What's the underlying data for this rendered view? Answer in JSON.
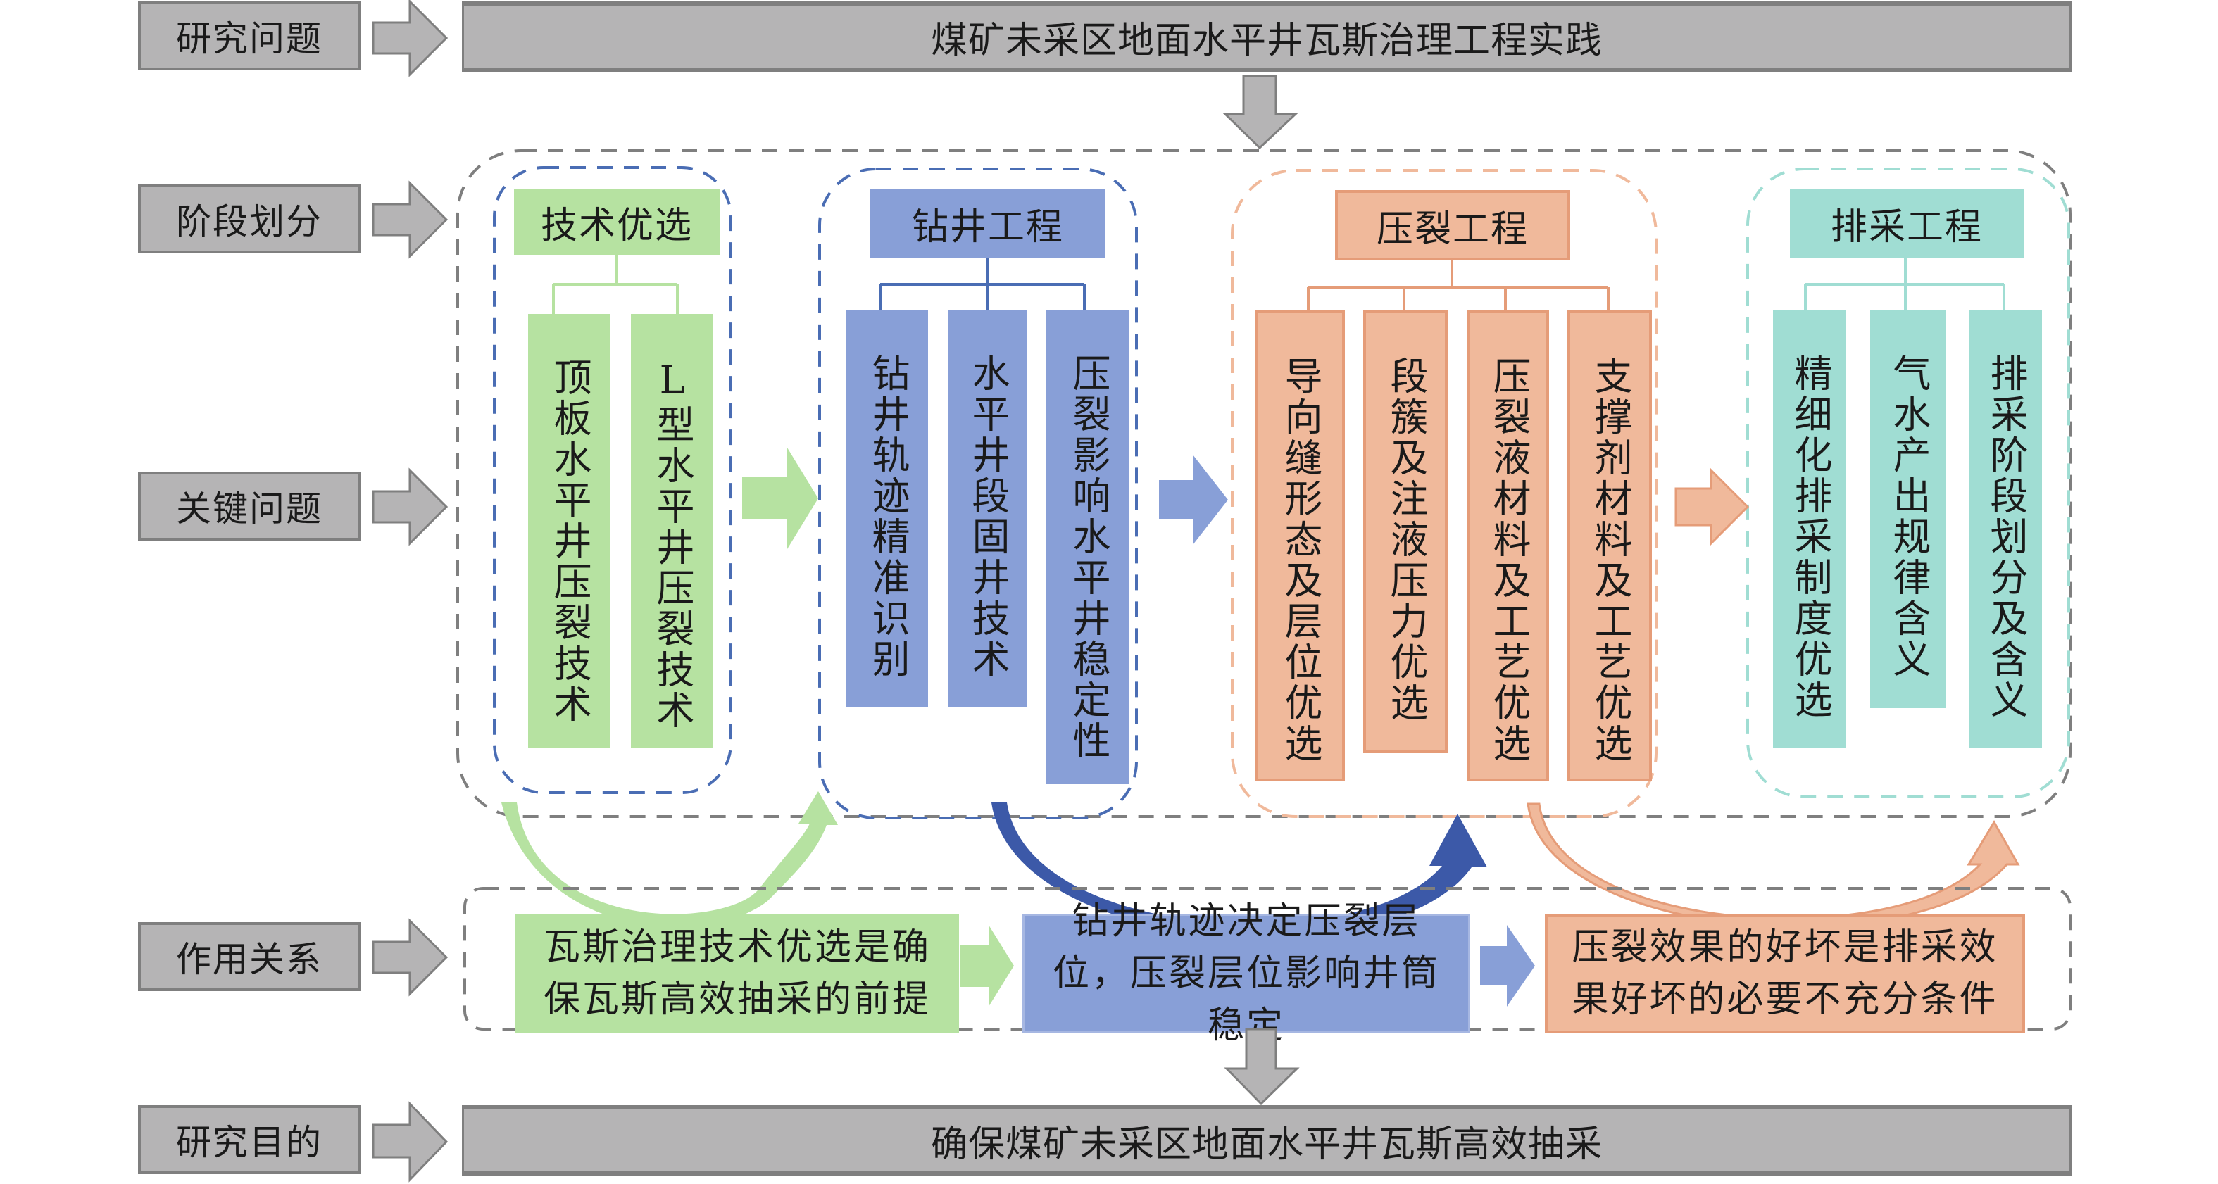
{
  "left_labels": [
    {
      "id": "research-question",
      "label": "研究问题"
    },
    {
      "id": "stage-division",
      "label": "阶段划分"
    },
    {
      "id": "key-problems",
      "label": "关键问题"
    },
    {
      "id": "relationships",
      "label": "作用关系"
    },
    {
      "id": "research-goal",
      "label": "研究目的"
    }
  ],
  "top_bar": {
    "text": "煤矿未采区地面水平井瓦斯治理工程实践"
  },
  "bottom_bar": {
    "text": "确保煤矿未采区地面水平井瓦斯高效抽采"
  },
  "stages": [
    {
      "title": "技术优选",
      "color": "#b6e2a1",
      "border_color": "#4a6db4",
      "items": [
        "顶板水平井压裂技术",
        "L型水平井压裂技术"
      ]
    },
    {
      "title": "钻井工程",
      "color": "#889fd7",
      "border_color": "#4a6db4",
      "items": [
        "钻井轨迹精准识别",
        "水平井段固井技术",
        "压裂影响水平井稳定性"
      ]
    },
    {
      "title": "压裂工程",
      "color": "#f0b99b",
      "border_color": "#f0b99b",
      "items": [
        "导向缝形态及层位优选",
        "段簇及注液压力优选",
        "压裂液材料及工艺优选",
        "支撑剂材料及工艺优选"
      ]
    },
    {
      "title": "排采工程",
      "color": "#a0ddd3",
      "border_color": "#a0ddd3",
      "items": [
        "精细化排采制度优选",
        "气水产出规律含义",
        "排采阶段划分及含义"
      ]
    }
  ],
  "relations": [
    {
      "text": "瓦斯治理技术优选是确保瓦斯高效抽采的前提",
      "color": "#b6e2a1"
    },
    {
      "text": "钻井轨迹决定压裂层位，压裂层位影响井筒稳定",
      "color": "#889fd7"
    },
    {
      "text": "压裂效果的好坏是排采效果好坏的必要不充分条件",
      "color": "#f0b99b"
    }
  ],
  "colors": {
    "gray_fill": "#b5b4b5",
    "gray_stroke": "#7f7f7f",
    "green": "#b6e2a1",
    "blue": "#889fd7",
    "dark_blue": "#3c59a8",
    "orange": "#f0b99b",
    "orange_stroke": "#e59c78",
    "teal": "#a0ddd3"
  }
}
